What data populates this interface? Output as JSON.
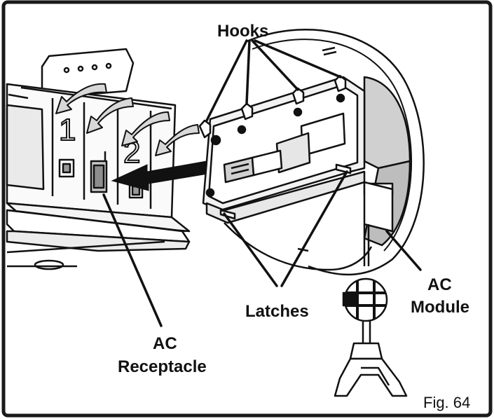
{
  "labels": {
    "hooks": "Hooks",
    "latches": "Latches",
    "ac_module": [
      "AC",
      "Module"
    ],
    "ac_receptacle": [
      "AC",
      "Receptacle"
    ],
    "slot_1": "1",
    "slot_2": "2",
    "figure": "Fig. 64"
  },
  "colors": {
    "frame": "#1a1a1a",
    "ink": "#111111",
    "light_gray": "#d4d4d4",
    "mid_gray": "#9a9a9a",
    "panel": "#f4f4f4"
  }
}
